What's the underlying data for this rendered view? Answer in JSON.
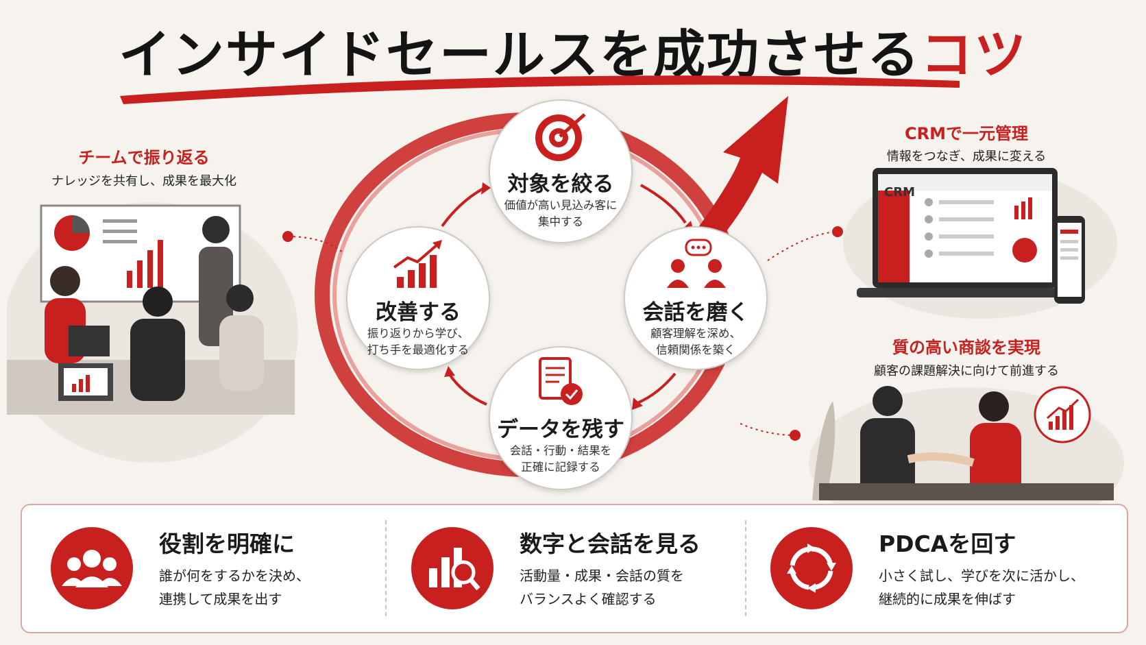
{
  "title": {
    "main": "インサイドセールスを成功させる",
    "accent": "コツ"
  },
  "cycle": [
    {
      "key": "target",
      "icon": "target-icon",
      "title": "対象を絞る",
      "desc": [
        "価値が高い見込み客に",
        "集中する"
      ]
    },
    {
      "key": "conversation",
      "icon": "conversation-icon",
      "title": "会話を磨く",
      "desc": [
        "顧客理解を深め、",
        "信頼関係を築く"
      ]
    },
    {
      "key": "data",
      "icon": "checklist-icon",
      "title": "データを残す",
      "desc": [
        "会話・行動・結果を",
        "正確に記録する"
      ]
    },
    {
      "key": "improve",
      "icon": "growth-chart-icon",
      "title": "改善する",
      "desc": [
        "振り返りから学び、",
        "打ち手を最適化する"
      ]
    }
  ],
  "left": {
    "heading": "チームで振り返る",
    "sub": "ナレッジを共有し、成果を最大化"
  },
  "right_top": {
    "heading": "CRMで一元管理",
    "sub": "情報をつなぎ、成果に変える",
    "screen_label": "CRM"
  },
  "right_bottom": {
    "heading": "質の高い商談を実現",
    "sub": "顧客の課題解決に向けて前進する"
  },
  "bottom": [
    {
      "icon": "team-icon",
      "title": "役割を明確に",
      "desc": [
        "誰が何をするかを決め、",
        "連携して成果を出す"
      ]
    },
    {
      "icon": "analytics-icon",
      "title": "数字と会話を見る",
      "desc": [
        "活動量・成果・会話の質を",
        "バランスよく確認する"
      ]
    },
    {
      "icon": "cycle-icon",
      "title": "PDCAを回す",
      "desc": [
        "小さく試し、学びを次に活かし、",
        "継続的に成果を伸ばす"
      ]
    }
  ],
  "colors": {
    "accent": "#c8201f",
    "background": "#f6f3ee"
  }
}
